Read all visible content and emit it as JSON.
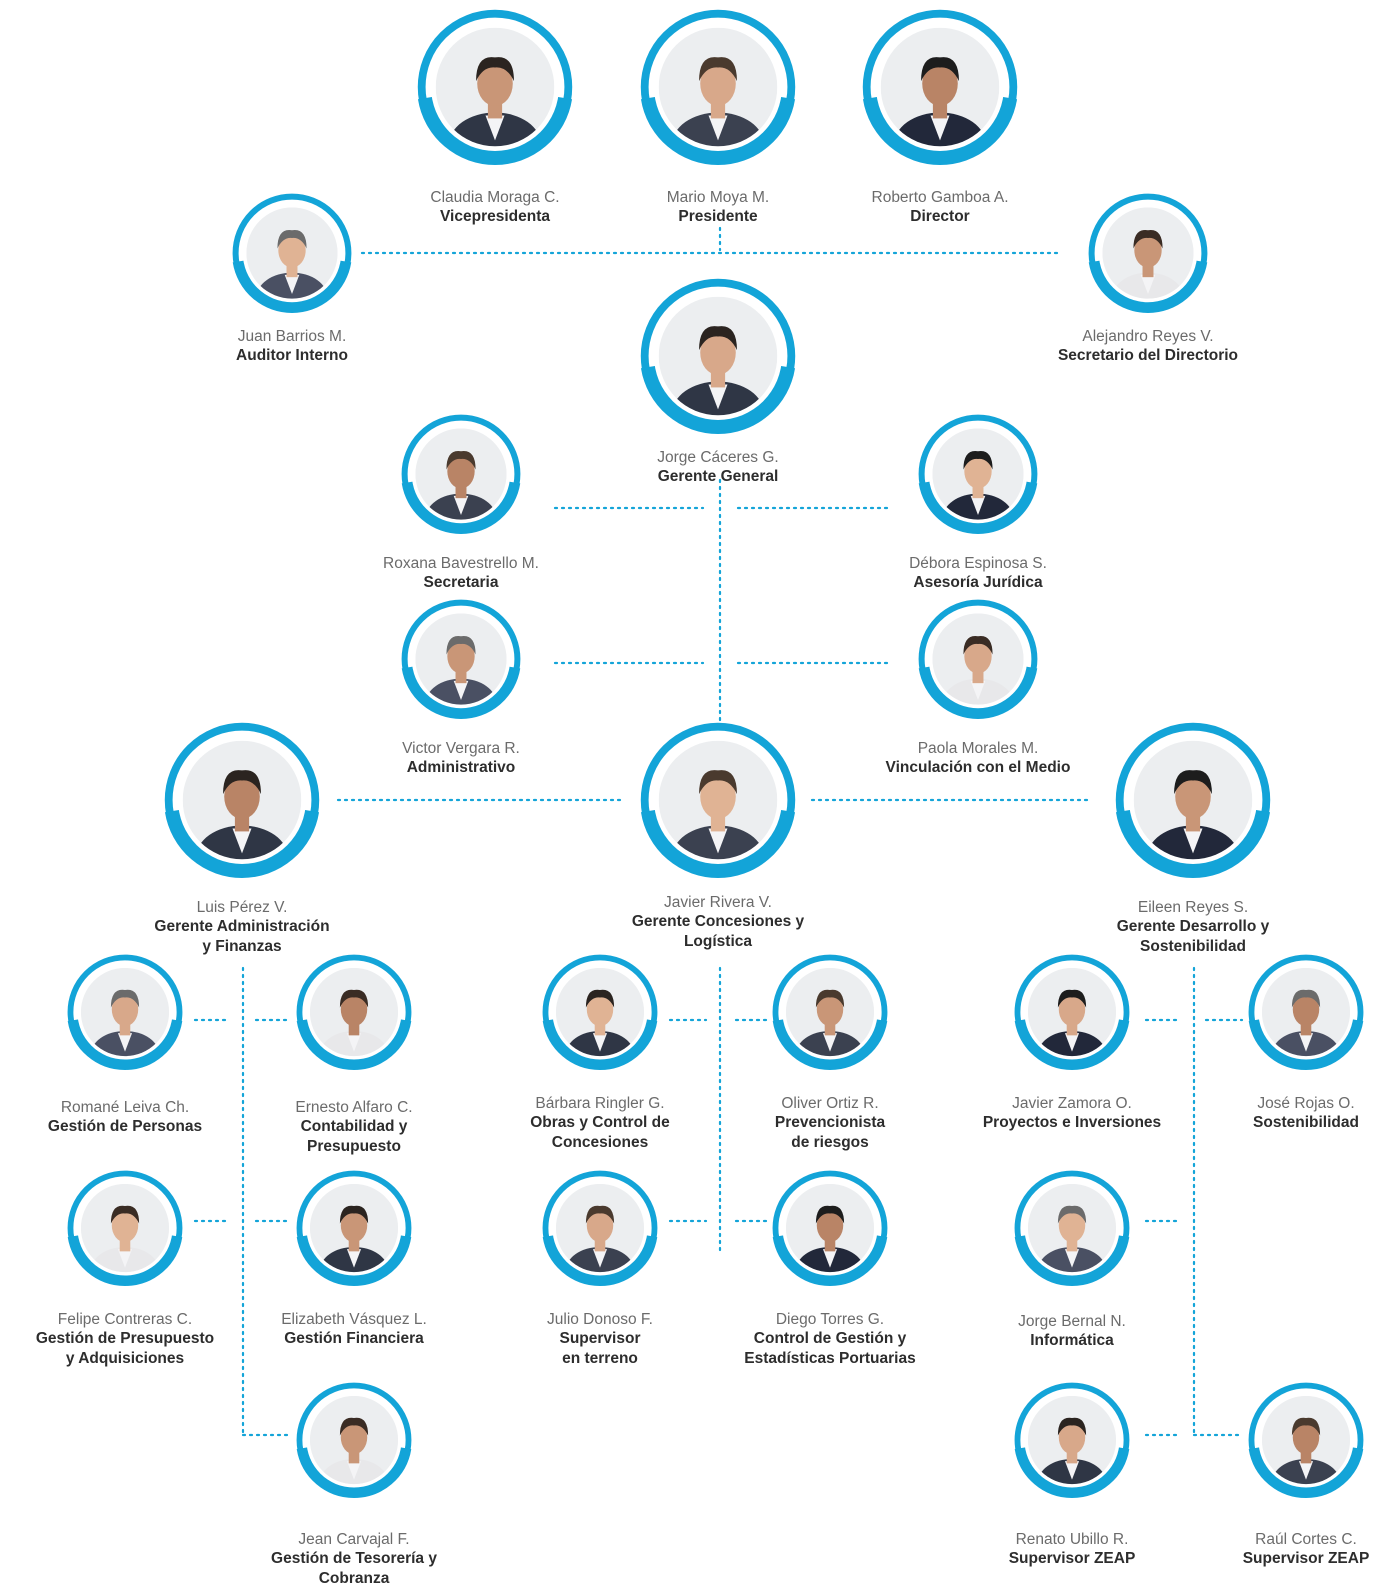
{
  "colors": {
    "accent": "#13a4d8",
    "name_text": "#6b6b6b",
    "role_text": "#2d2d2d"
  },
  "people": [
    {
      "id": "claudia",
      "name": "Claudia Moraga C.",
      "role": "Vicepresidenta",
      "icon": "person-photo"
    },
    {
      "id": "mario",
      "name": "Mario Moya M.",
      "role": "Presidente",
      "icon": "person-photo"
    },
    {
      "id": "roberto",
      "name": "Roberto Gamboa A.",
      "role": "Director",
      "icon": "person-photo"
    },
    {
      "id": "juan",
      "name": "Juan Barrios M.",
      "role": "Auditor Interno",
      "icon": "person-photo"
    },
    {
      "id": "alejandro",
      "name": "Alejandro Reyes V.",
      "role": "Secretario del Directorio",
      "icon": "person-photo"
    },
    {
      "id": "jorge_c",
      "name": "Jorge Cáceres G.",
      "role": "Gerente General",
      "icon": "person-photo"
    },
    {
      "id": "roxana",
      "name": "Roxana Bavestrello M.",
      "role": "Secretaria",
      "icon": "person-photo"
    },
    {
      "id": "debora",
      "name": "Débora Espinosa S.",
      "role": "Asesoría Jurídica",
      "icon": "person-photo"
    },
    {
      "id": "victor",
      "name": "Victor Vergara R.",
      "role": "Administrativo",
      "icon": "person-photo"
    },
    {
      "id": "paola",
      "name": "Paola Morales M.",
      "role": "Vinculación con el Medio",
      "icon": "person-photo"
    },
    {
      "id": "luis",
      "name": "Luis Pérez V.",
      "role": "Gerente Administración y Finanzas",
      "icon": "person-photo"
    },
    {
      "id": "javier_r",
      "name": "Javier Rivera V.",
      "role": "Gerente Concesiones y Logística",
      "icon": "person-photo"
    },
    {
      "id": "eileen",
      "name": "Eileen Reyes S.",
      "role": "Gerente Desarrollo y Sostenibilidad",
      "icon": "person-photo"
    },
    {
      "id": "romane",
      "name": "Romané Leiva Ch.",
      "role": "Gestión de Personas",
      "icon": "person-photo"
    },
    {
      "id": "ernesto",
      "name": "Ernesto Alfaro C.",
      "role": "Contabilidad y Presupuesto",
      "icon": "person-photo"
    },
    {
      "id": "barbara",
      "name": "Bárbara Ringler G.",
      "role": "Obras y Control de Concesiones",
      "icon": "person-photo"
    },
    {
      "id": "oliver",
      "name": "Oliver Ortiz R.",
      "role": "Prevencionista de riesgos",
      "icon": "person-photo"
    },
    {
      "id": "javier_z",
      "name": "Javier Zamora O.",
      "role": "Proyectos e Inversiones",
      "icon": "person-photo"
    },
    {
      "id": "jose",
      "name": "José Rojas O.",
      "role": "Sostenibilidad",
      "icon": "person-photo"
    },
    {
      "id": "felipe",
      "name": "Felipe Contreras C.",
      "role": "Gestión de Presupuesto y Adquisiciones",
      "icon": "person-photo"
    },
    {
      "id": "elizabeth",
      "name": "Elizabeth Vásquez L.",
      "role": "Gestión Financiera",
      "icon": "person-photo"
    },
    {
      "id": "julio",
      "name": "Julio Donoso F.",
      "role": "Supervisor en terreno",
      "icon": "person-photo"
    },
    {
      "id": "diego",
      "name": "Diego Torres G.",
      "role": "Control de Gestión y Estadísticas Portuarias",
      "icon": "person-photo"
    },
    {
      "id": "jorge_b",
      "name": "Jorge Bernal N.",
      "role": "Informática",
      "icon": "person-photo"
    },
    {
      "id": "jean",
      "name": "Jean Carvajal F.",
      "role": "Gestión de Tesorería y Cobranza",
      "icon": "person-photo"
    },
    {
      "id": "renato",
      "name": "Renato Ubillo R.",
      "role": "Supervisor ZEAP",
      "icon": "person-photo"
    },
    {
      "id": "raul",
      "name": "Raúl Cortes C.",
      "role": "Supervisor ZEAP",
      "icon": "person-photo"
    }
  ]
}
